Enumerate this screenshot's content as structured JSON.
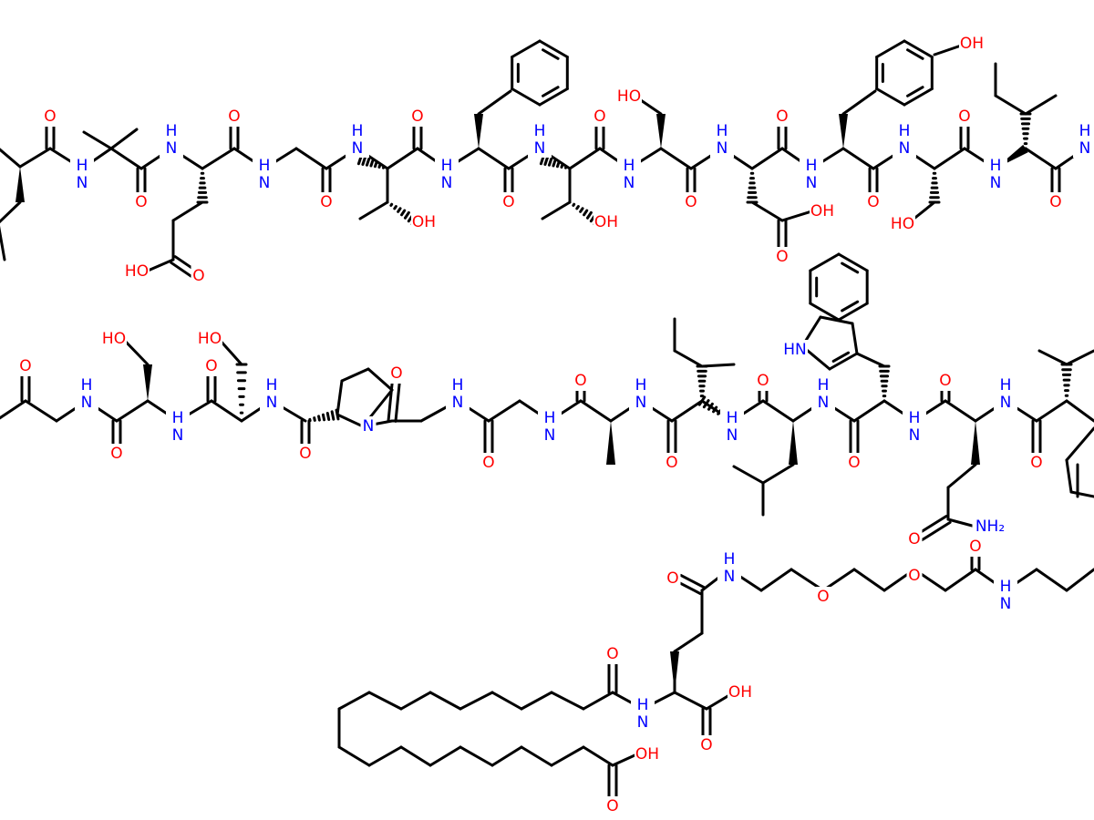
{
  "colors": {
    "bond": "#000000",
    "nitrogen": "#0000ff",
    "oxygen": "#ff0000",
    "background": "#ffffff"
  },
  "labels": {
    "o": "O",
    "oh": "OH",
    "ho": "HO",
    "nh": "NH",
    "n": "N",
    "hn": "HN",
    "nh2": "NH₂",
    "h": "H"
  }
}
